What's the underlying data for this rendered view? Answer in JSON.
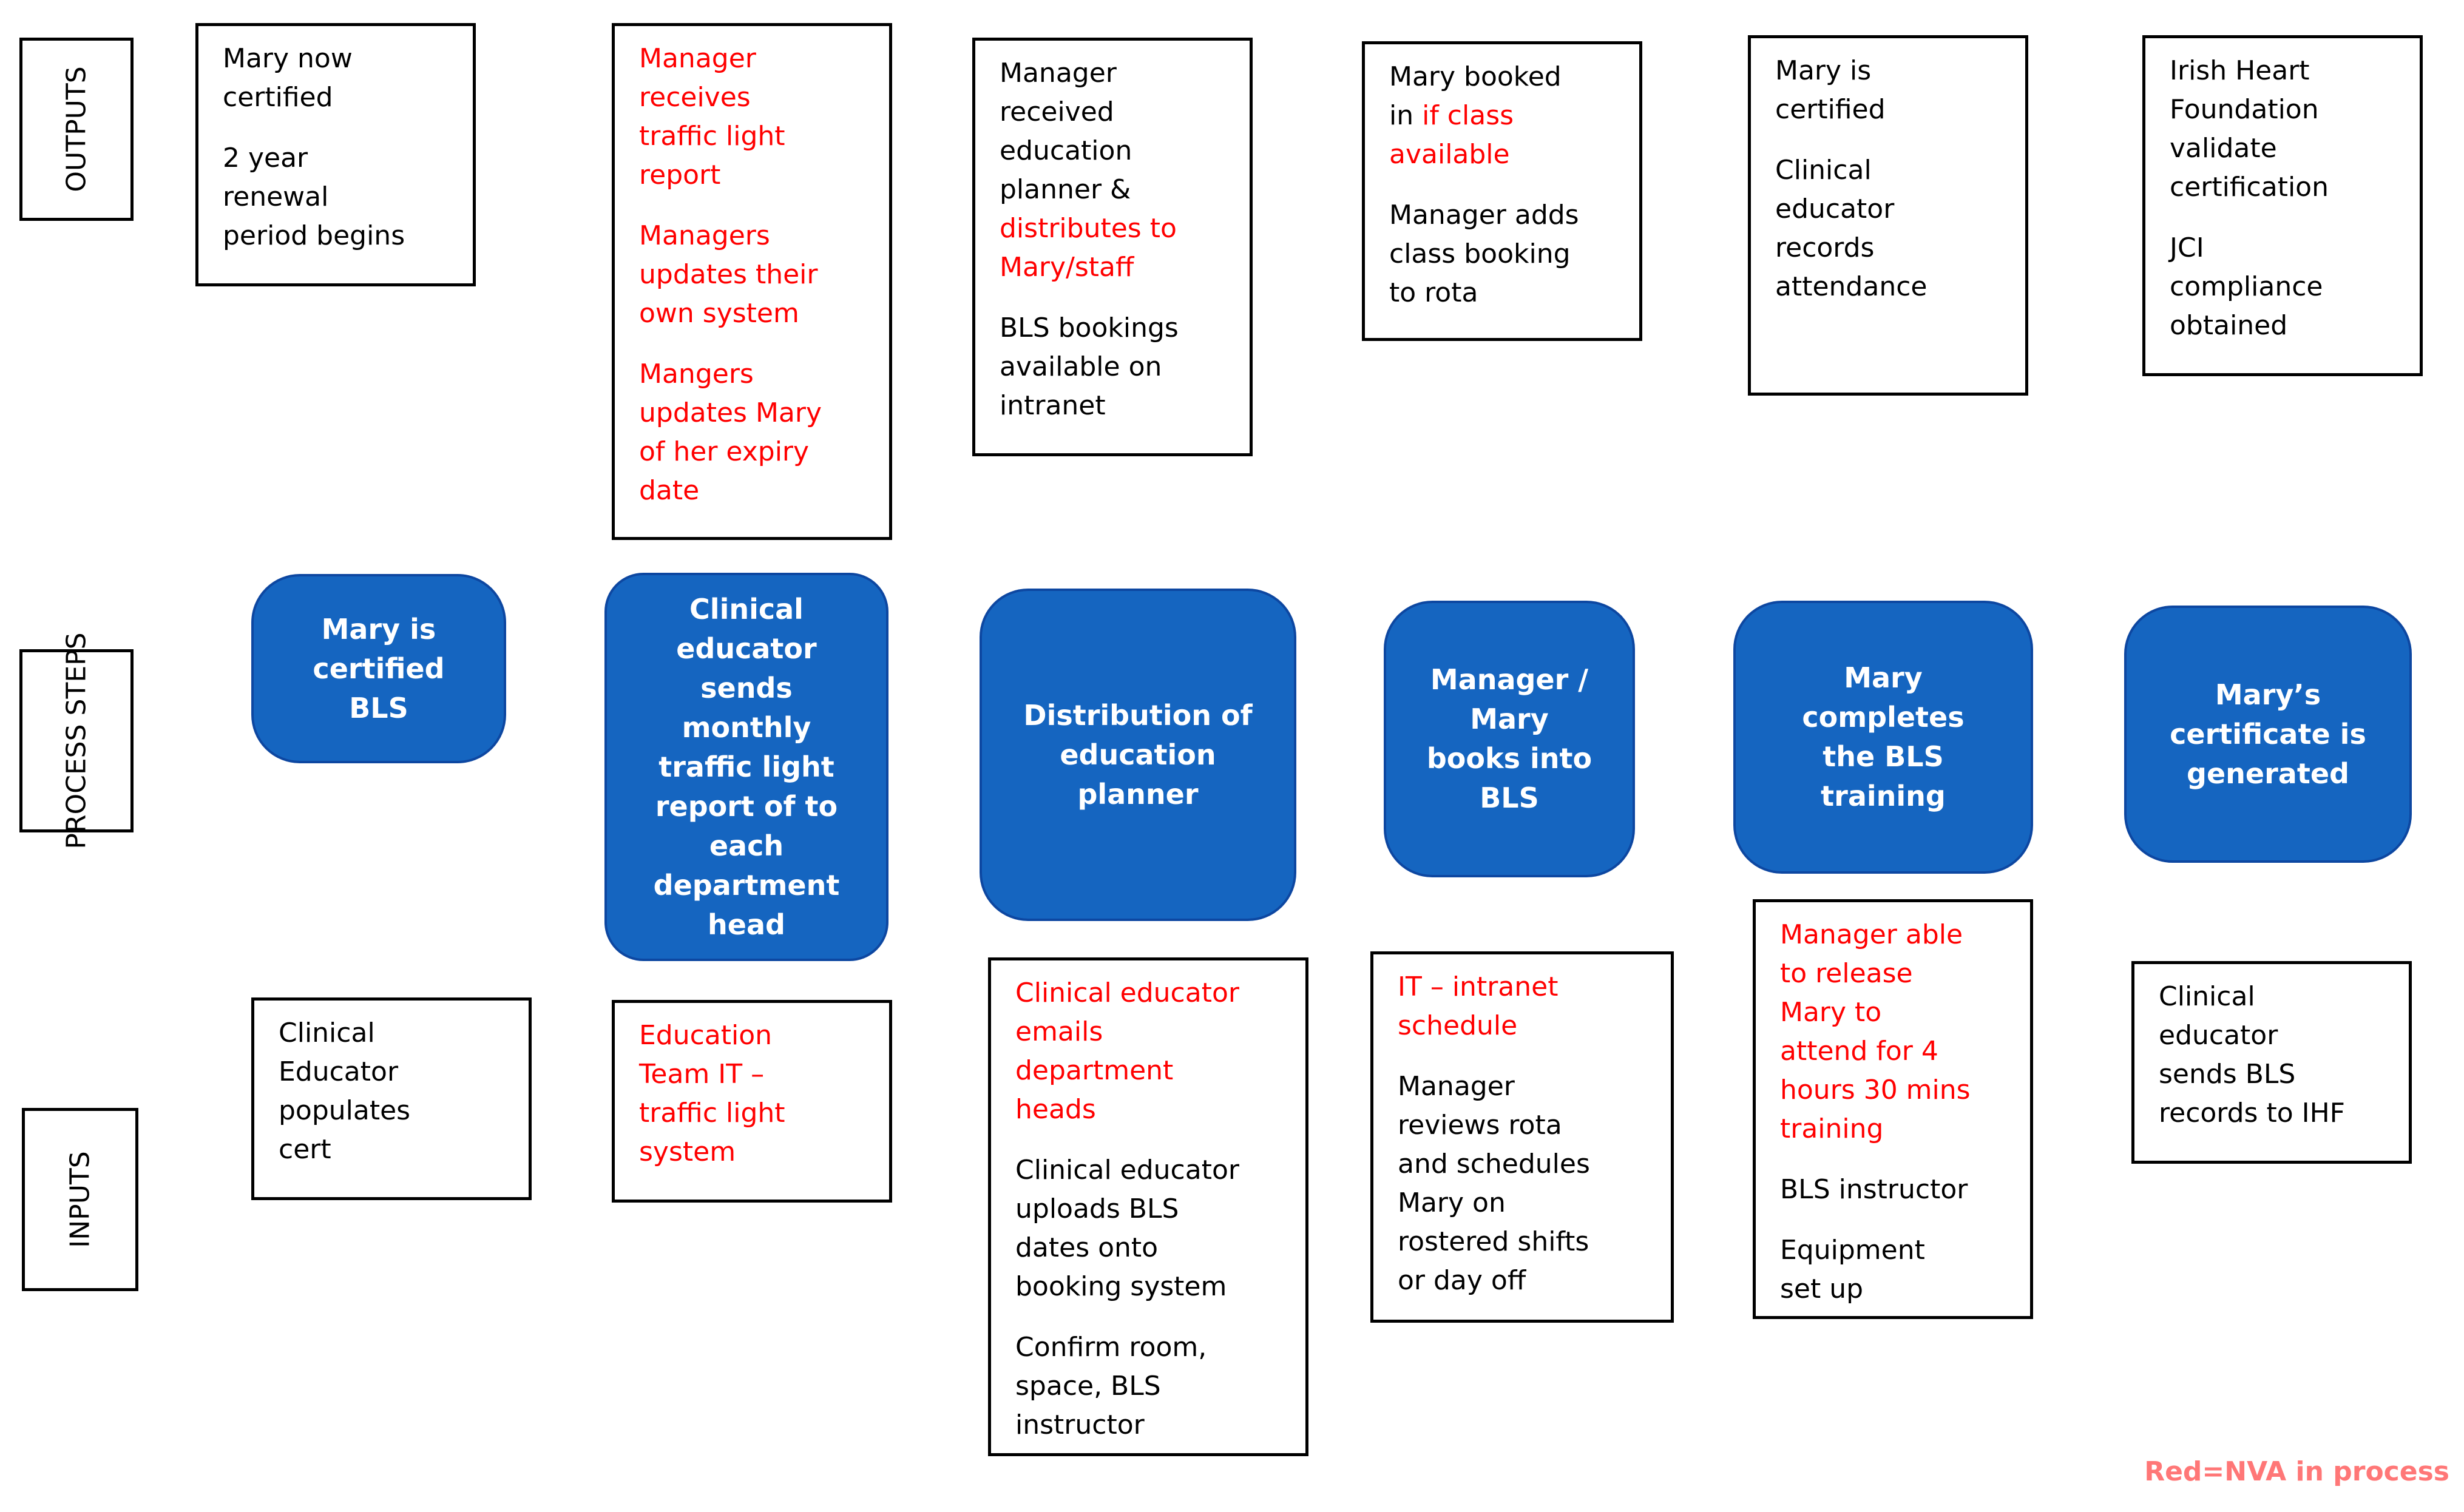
{
  "rows": {
    "outputs": "OUTPUTS",
    "process_steps": "PROCESS\nSTEPS",
    "inputs": "INPUTS"
  },
  "outputs": [
    [
      [
        "Mary now\ncertified"
      ],
      [
        "2 year\nrenewal\nperiod begins"
      ]
    ],
    [
      [
        "Manager\nreceives\ntraffic light\nreport",
        "red"
      ],
      [
        "Managers\nupdates their\nown system",
        "red"
      ],
      [
        "Mangers\nupdates Mary\nof her expiry\ndate",
        "red"
      ]
    ],
    [
      [
        "Manager\nreceived\neducation\nplanner &\n"
      ],
      [
        "distributes to\nMary/staff",
        "red"
      ],
      [
        "BLS bookings\navailable on\nintranet"
      ]
    ],
    [
      [
        "Mary booked\nin "
      ],
      [
        "if class\navailable",
        "red"
      ],
      [
        "Manager adds\nclass booking\nto rota"
      ]
    ],
    [
      [
        "Mary is\ncertified"
      ],
      [
        "Clinical\neducator\nrecords\nattendance"
      ]
    ],
    [
      [
        "Irish Heart\nFoundation\nvalidate\ncertification"
      ],
      [
        "JCI\ncompliance\nobtained"
      ]
    ]
  ],
  "steps": [
    "Mary is\ncertified\nBLS",
    "Clinical\neducator\nsends\nmonthly\ntraffic light\nreport of to\neach\ndepartment\nhead",
    "Distribution of\neducation\nplanner",
    "Manager /\nMary\nbooks into\nBLS",
    "Mary\ncompletes\nthe BLS\ntraining",
    "Mary’s\ncertificate is\ngenerated"
  ],
  "inputs": [
    [
      [
        "Clinical\nEducator\npopulates\ncert"
      ]
    ],
    [
      [
        "Education\nTeam IT –\ntraffic light\nsystem",
        "red"
      ]
    ],
    [
      [
        "Clinical educator\nemails\ndepartment\nheads",
        "red"
      ],
      [
        "Clinical educator\nuploads BLS\ndates onto\nbooking system"
      ],
      [
        "Confirm room,\nspace, BLS\ninstructor"
      ]
    ],
    [
      [
        "IT – intranet\nschedule",
        "red"
      ],
      [
        "Manager\nreviews rota\nand schedules\nMary on\nrostered shifts\nor day off"
      ]
    ],
    [
      [
        "Manager able\nto release\nMary to\nattend for 4\nhours 30 mins\ntraining",
        "red"
      ],
      [
        "BLS instructor"
      ],
      [
        "Equipment\nset up"
      ]
    ],
    [
      [
        "Clinical\neducator\nsends BLS\nrecords to IHF"
      ]
    ]
  ],
  "legend": "Red=NVA in process",
  "colors": {
    "step_fill": "#1565c0",
    "nva_text": "#ff0000",
    "legend_text": "#ff7777"
  }
}
